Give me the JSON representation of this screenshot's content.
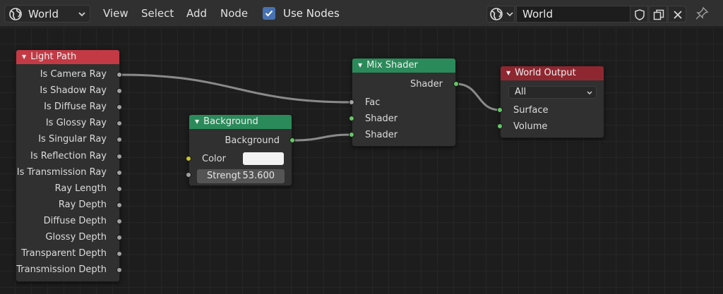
{
  "header": {
    "editor_type": "World",
    "menu": [
      "View",
      "Select",
      "Add",
      "Node"
    ],
    "use_nodes_label": "Use Nodes",
    "use_nodes_checked": true,
    "world_name": "World"
  },
  "nodes": {
    "light_path": {
      "title": "Light Path",
      "color": "#c33a45",
      "outputs": [
        "Is Camera Ray",
        "Is Shadow Ray",
        "Is Diffuse Ray",
        "Is Glossy Ray",
        "Is Singular Ray",
        "Is Reflection Ray",
        "Is Transmission Ray",
        "Ray Length",
        "Ray Depth",
        "Diffuse Depth",
        "Glossy Depth",
        "Transparent Depth",
        "Transmission Depth"
      ]
    },
    "background": {
      "title": "Background",
      "color": "#2a8a59",
      "output": "Background",
      "color_label": "Color",
      "color_value": "#f2f2f2",
      "strength_label": "Strengt",
      "strength_value": "53.600"
    },
    "mix_shader": {
      "title": "Mix Shader",
      "color": "#2a8a59",
      "output": "Shader",
      "inputs": [
        "Fac",
        "Shader",
        "Shader"
      ]
    },
    "world_output": {
      "title": "World Output",
      "color": "#8f2730",
      "target": "All",
      "inputs": [
        "Surface",
        "Volume"
      ]
    }
  }
}
